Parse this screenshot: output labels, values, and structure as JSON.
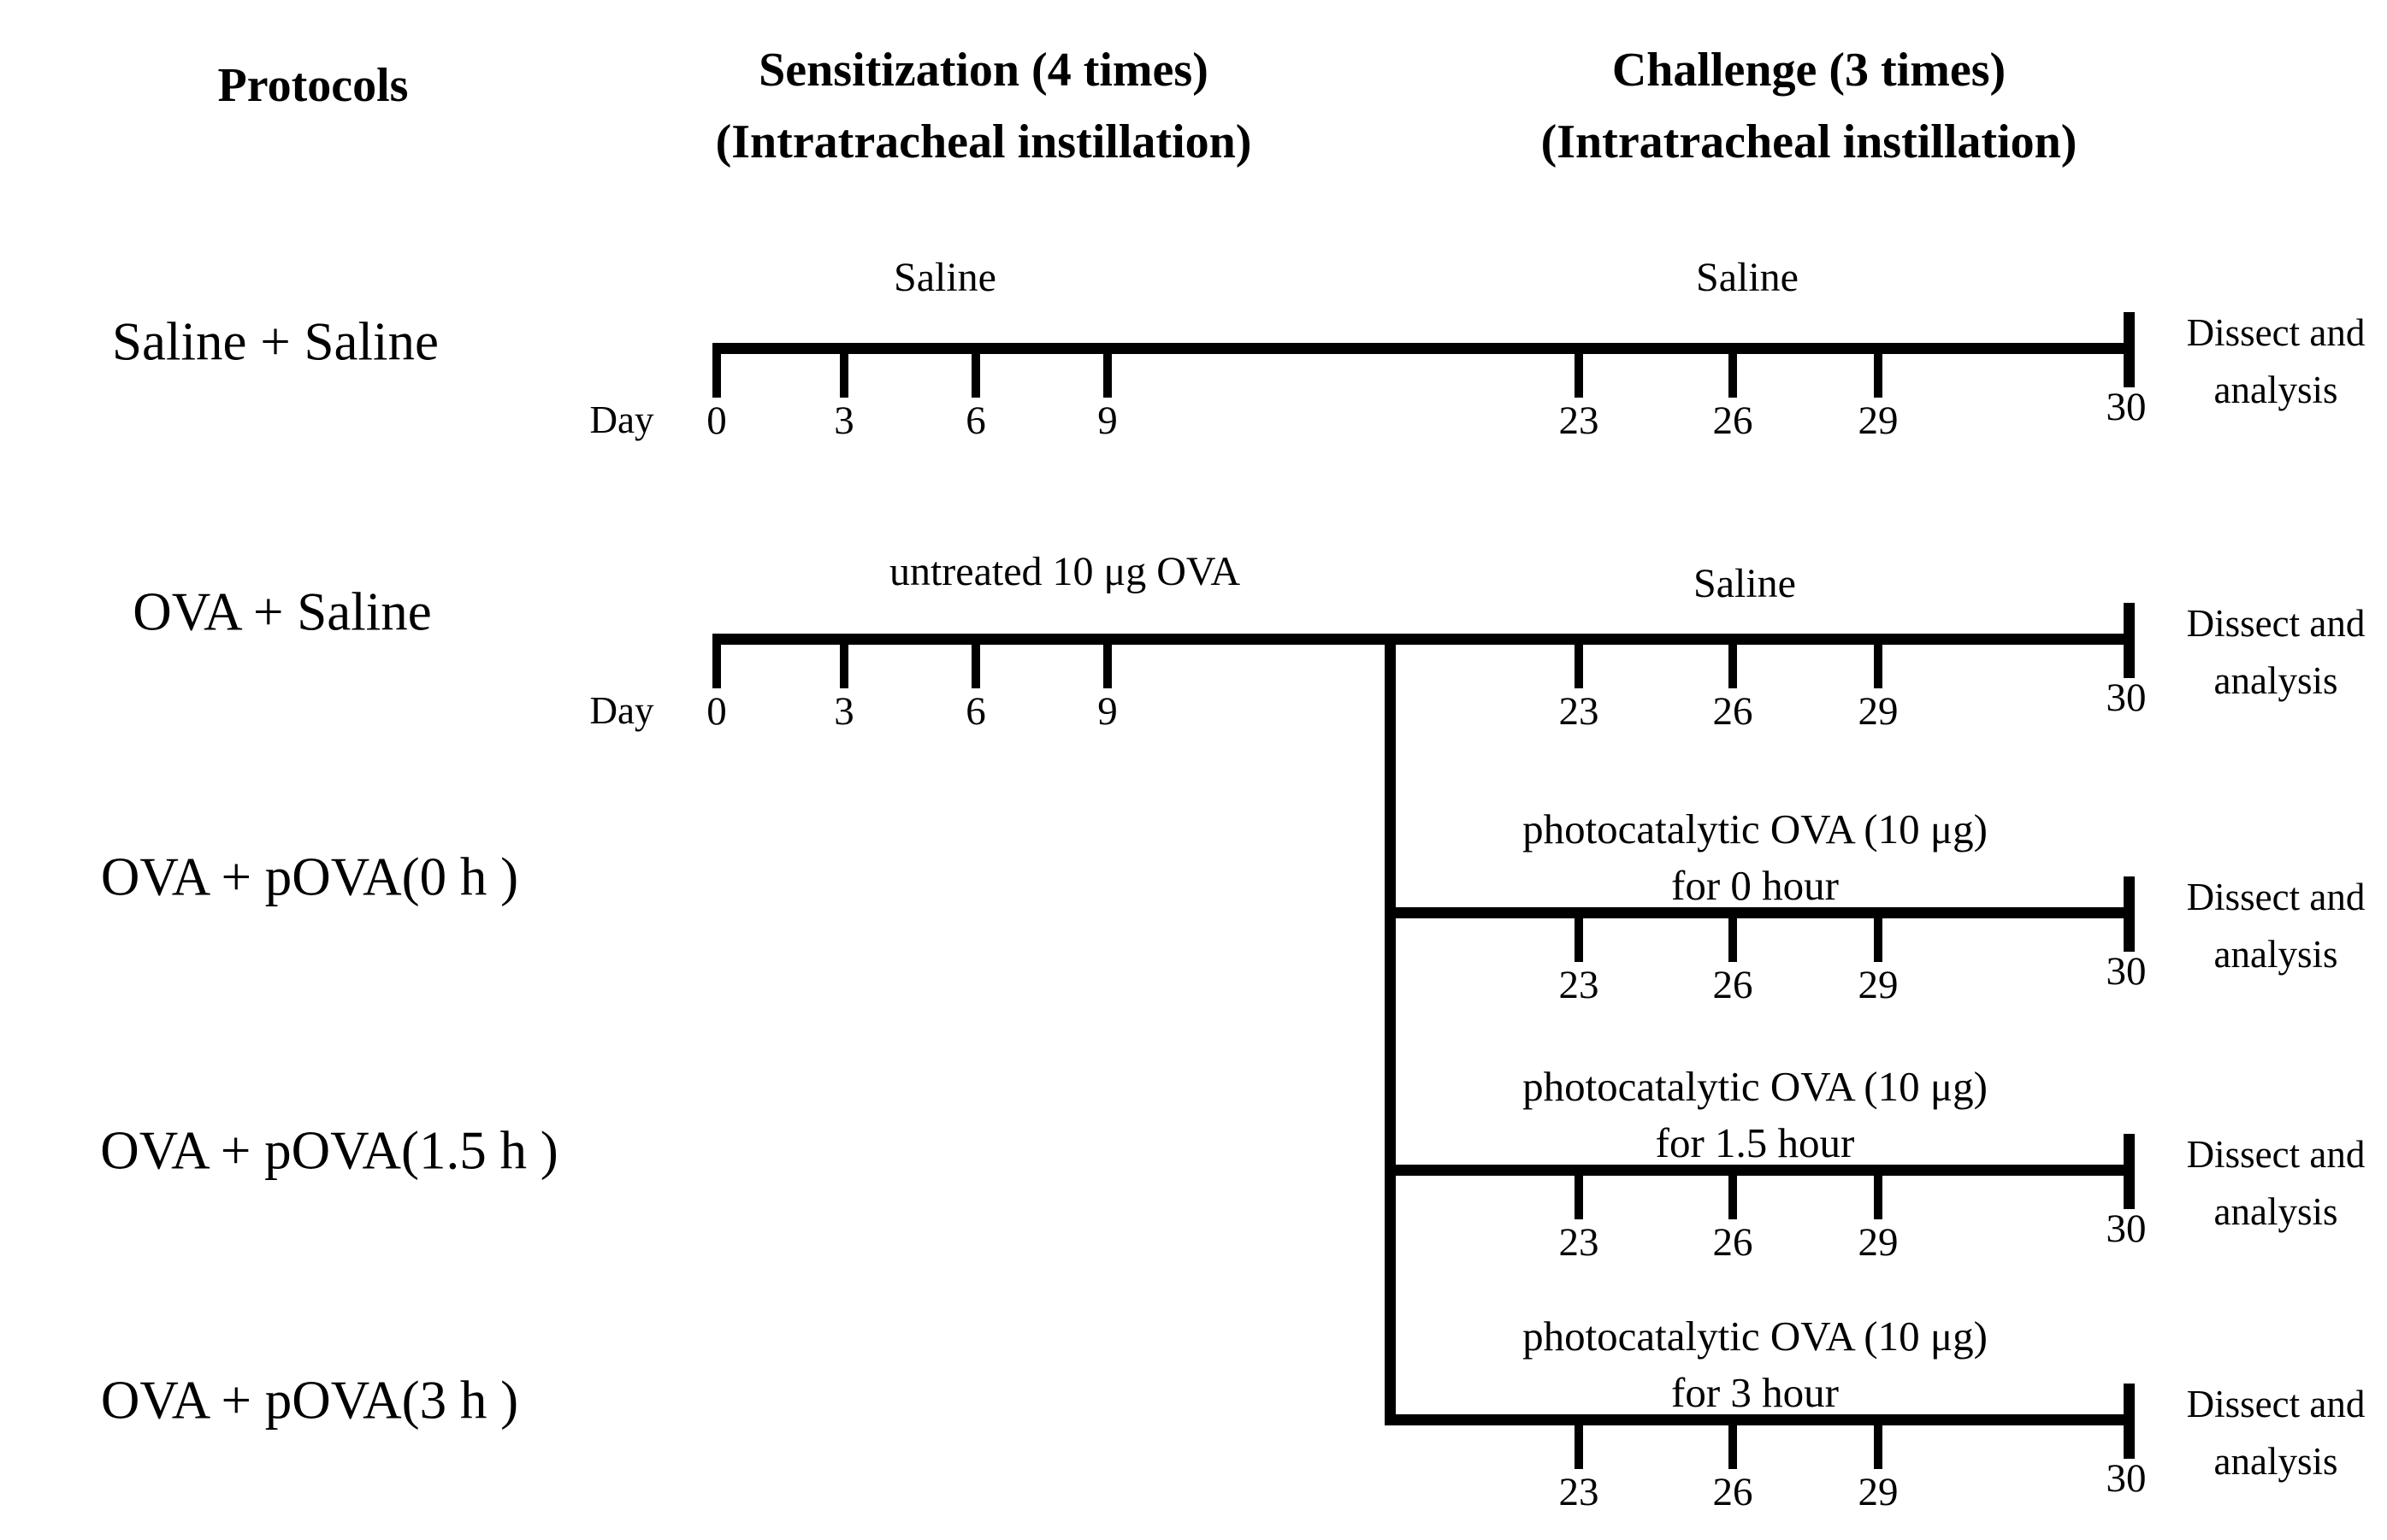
{
  "header": {
    "protocols": "Protocols",
    "sensitization": {
      "line1": "Sensitization (4 times)",
      "line2": "(Intratracheal instillation)"
    },
    "challenge": {
      "line1": "Challenge (3 times)",
      "line2": "(Intratracheal instillation)"
    }
  },
  "axis": {
    "day_label": "Day",
    "sens_days": [
      "0",
      "3",
      "6",
      "9"
    ],
    "challenge_days": [
      "23",
      "26",
      "29"
    ],
    "end_day": "30"
  },
  "endpoint": {
    "line1": "Dissect and",
    "line2": "analysis"
  },
  "rows": [
    {
      "label": "Saline + Saline",
      "sens_annotation": "Saline",
      "challenge_annotation": "Saline"
    },
    {
      "label": "OVA + Saline",
      "sens_annotation": "untreated 10 μg OVA",
      "challenge_annotation": "Saline"
    },
    {
      "label": "OVA + pOVA(0 h )",
      "challenge_annotation_line1": "photocatalytic OVA (10 μg)",
      "challenge_annotation_line2": "for 0 hour"
    },
    {
      "label": "OVA + pOVA(1.5 h )",
      "challenge_annotation_line1": "photocatalytic OVA (10 μg)",
      "challenge_annotation_line2": "for 1.5 hour"
    },
    {
      "label": "OVA + pOVA(3 h )",
      "challenge_annotation_line1": "photocatalytic OVA (10 μg)",
      "challenge_annotation_line2": "for 3 hour"
    }
  ],
  "colors": {
    "ink": "#000000",
    "background": "#ffffff"
  }
}
